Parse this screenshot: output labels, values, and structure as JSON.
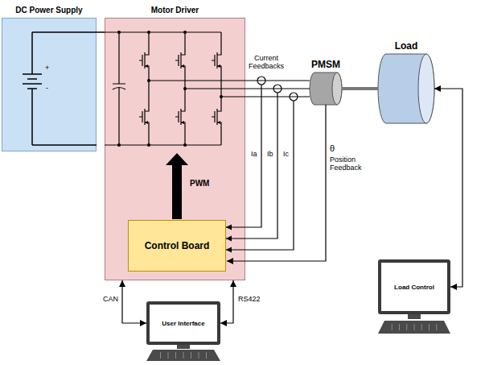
{
  "diagram": {
    "nodes": [
      {
        "text": [
          "DC Power Supply"
        ]
      },
      {
        "text": [
          "Motor Driver"
        ]
      },
      {
        "text": [
          "Control Board"
        ],
        "in": 1
      },
      {
        "text": [
          "PMSM"
        ]
      },
      {
        "text": [
          "Load"
        ]
      },
      {
        "text": [
          "Load Control"
        ]
      },
      {
        "text": [
          "User Interface"
        ]
      }
    ],
    "edges": [
      {
        "from": 0,
        "to": 1,
        "arrow": "none"
      },
      {
        "from": 1,
        "to": 3,
        "arrow": "none"
      },
      {
        "from": 3,
        "to": 2,
        "arrow": "to"
      },
      {
        "from": 3,
        "to": 4,
        "arrow": "none"
      },
      {
        "from": 4,
        "to": 5,
        "arrow": "both"
      },
      {
        "from": 6,
        "to": 1,
        "label": "CAN",
        "arrow": "both"
      },
      {
        "from": 6,
        "to": 1,
        "label": "RS422",
        "arrow": "both"
      }
    ],
    "labels": [
      "+",
      "-",
      "PWM",
      "Current Feedbacks",
      "Ia",
      "Ib",
      "Ic",
      "θ",
      "Position Feedback"
    ]
  }
}
